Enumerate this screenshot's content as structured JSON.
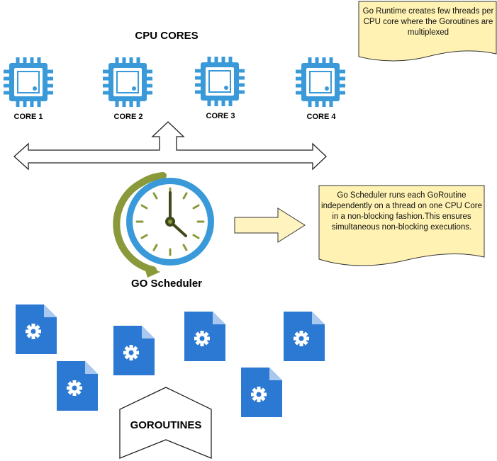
{
  "diagram": {
    "cpu_title": "CPU CORES",
    "cores": [
      "CORE 1",
      "CORE 2",
      "CORE 3",
      "CORE 4"
    ],
    "scheduler_label": "GO Scheduler",
    "goroutines_label": "GOROUTINES",
    "note_runtime": "Go Runtime creates few threads per CPU core where the Goroutines are multiplexed",
    "note_scheduler": "Go Scheduler runs each GoRoutine independently on a thread on one CPU Core in a non-blocking fashion.This ensures simultaneous non-blocking executions.",
    "goroutine_count": 6
  },
  "colors": {
    "chip_blue": "#3a9ad9",
    "file_blue": "#2b79d3",
    "note_yellow": "#fff2b3",
    "arrow_yellow": "#fff4bf",
    "clock_green": "#8a9a3a",
    "clock_blue": "#3a9ad9"
  },
  "icons": {
    "chip": "cpu-chip-icon",
    "clock": "clock-icon",
    "file": "gear-file-icon"
  }
}
